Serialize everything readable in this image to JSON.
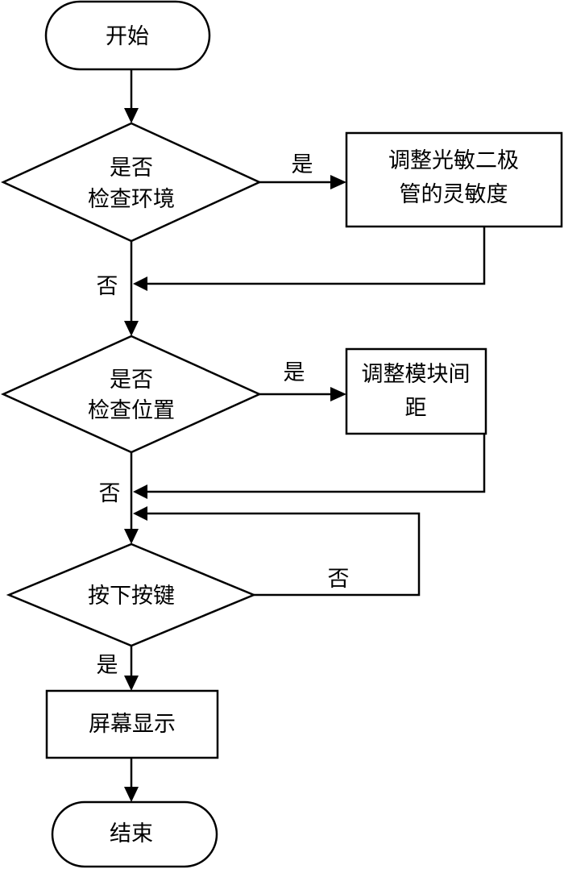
{
  "flowchart": {
    "start": "开始",
    "decision_env": {
      "line1": "是否",
      "line2": "检查环境"
    },
    "adjust_sensitivity": {
      "line1": "调整光敏二极",
      "line2": "管的灵敏度"
    },
    "decision_pos": {
      "line1": "是否",
      "line2": "检查位置"
    },
    "adjust_spacing": {
      "line1": "调整模块间",
      "line2": "距"
    },
    "decision_key": "按下按键",
    "display": "屏幕显示",
    "end": "结束",
    "edge_yes": "是",
    "edge_no": "否"
  }
}
